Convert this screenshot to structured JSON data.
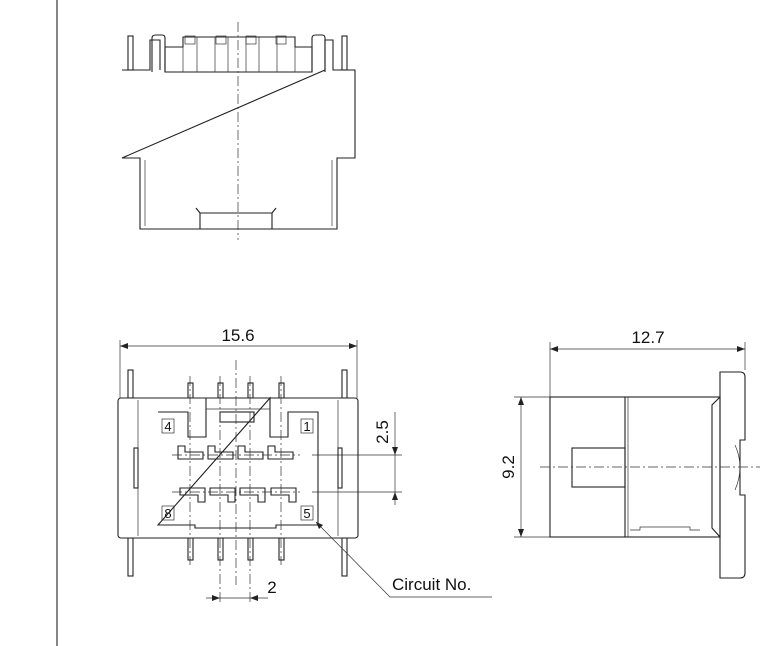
{
  "drawing": {
    "front_view": {
      "width_dim": "15.6",
      "row_pitch_dim": "2.5",
      "pin_pitch_dim": "2",
      "circuit_label": "Circuit No.",
      "circuit_numbers": [
        "4",
        "1",
        "8",
        "5"
      ]
    },
    "side_view": {
      "depth_dim": "12.7",
      "height_dim": "9.2"
    }
  }
}
